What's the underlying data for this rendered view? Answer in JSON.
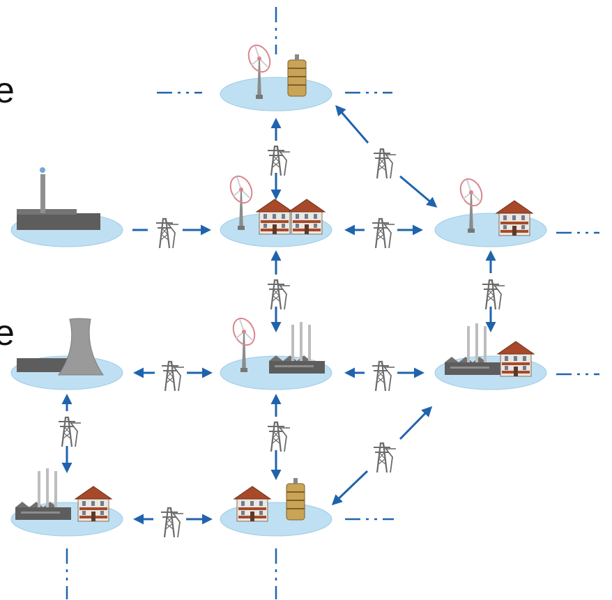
{
  "page": {
    "background": "#ffffff",
    "clipped_text": [
      "e",
      "e"
    ]
  },
  "colors": {
    "pad": "#bfe0f2",
    "pad_edge": "#9fcbe6",
    "arrow": "#1f63ad",
    "dash": "#1f63ad",
    "pylon": "#6b6b6b",
    "house_roof": "#a8492a",
    "house_wall": "#ece7df",
    "factory": "#5d5d5d",
    "tower": "#9a9a9a",
    "storage": "#c9a456",
    "turbine_blade": "#d9868c"
  },
  "nodes": [
    {
      "id": "storage-wind-top",
      "icons": [
        "wind-turbine-icon",
        "energy-storage-icon"
      ]
    },
    {
      "id": "fossil-plant-left",
      "icons": [
        "fossil-plant-icon"
      ]
    },
    {
      "id": "hub-center",
      "icons": [
        "wind-turbine-icon",
        "house-icon",
        "house-icon"
      ]
    },
    {
      "id": "wind-house-right",
      "icons": [
        "wind-turbine-icon",
        "house-icon"
      ]
    },
    {
      "id": "nuclear-plant-left",
      "icons": [
        "cooling-tower-icon",
        "factory-icon"
      ]
    },
    {
      "id": "wind-factory-center",
      "icons": [
        "wind-turbine-icon",
        "factory-icon"
      ]
    },
    {
      "id": "factory-house-right",
      "icons": [
        "factory-icon",
        "house-icon"
      ]
    },
    {
      "id": "factory-house-bottom-left",
      "icons": [
        "factory-icon",
        "house-icon"
      ]
    },
    {
      "id": "house-storage-bottom",
      "icons": [
        "house-icon",
        "energy-storage-icon"
      ]
    }
  ],
  "links": [
    {
      "from": "storage-wind-top",
      "to": "hub-center",
      "direction": "both"
    },
    {
      "from": "storage-wind-top",
      "to": "wind-house-right",
      "direction": "both"
    },
    {
      "from": "fossil-plant-left",
      "to": "hub-center",
      "direction": "forward"
    },
    {
      "from": "hub-center",
      "to": "wind-house-right",
      "direction": "both"
    },
    {
      "from": "hub-center",
      "to": "wind-factory-center",
      "direction": "both"
    },
    {
      "from": "wind-house-right",
      "to": "factory-house-right",
      "direction": "both"
    },
    {
      "from": "nuclear-plant-left",
      "to": "wind-factory-center",
      "direction": "both"
    },
    {
      "from": "wind-factory-center",
      "to": "factory-house-right",
      "direction": "both"
    },
    {
      "from": "nuclear-plant-left",
      "to": "factory-house-bottom-left",
      "direction": "both"
    },
    {
      "from": "wind-factory-center",
      "to": "house-storage-bottom",
      "direction": "both"
    },
    {
      "from": "house-storage-bottom",
      "to": "factory-house-right",
      "direction": "both"
    },
    {
      "from": "factory-house-bottom-left",
      "to": "house-storage-bottom",
      "direction": "both"
    }
  ],
  "continuations": [
    {
      "node": "storage-wind-top",
      "side": "top"
    },
    {
      "node": "storage-wind-top",
      "side": "left"
    },
    {
      "node": "storage-wind-top",
      "side": "right"
    },
    {
      "node": "wind-house-right",
      "side": "right"
    },
    {
      "node": "factory-house-right",
      "side": "right"
    },
    {
      "node": "house-storage-bottom",
      "side": "right"
    },
    {
      "node": "factory-house-bottom-left",
      "side": "bottom"
    },
    {
      "node": "house-storage-bottom",
      "side": "bottom"
    }
  ]
}
